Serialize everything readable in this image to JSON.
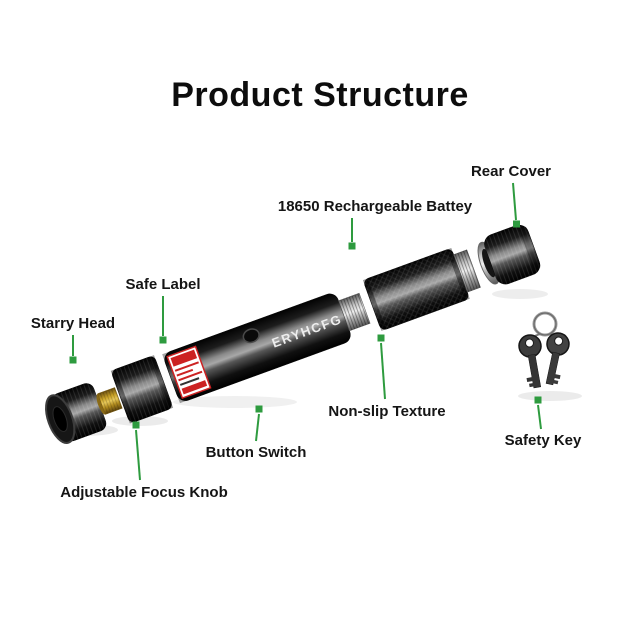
{
  "title": "Product Structure",
  "brand_text": "ERYHCFG",
  "labels": {
    "rear_cover": "Rear Cover",
    "battery": "18650 Rechargeable Battey",
    "safe_label": "Safe Label",
    "starry_head": "Starry Head",
    "non_slip": "Non-slip Texture",
    "button_switch": "Button Switch",
    "safety_key": "Safety Key",
    "focus_knob": "Adjustable Focus Knob"
  },
  "colors": {
    "callout_green": "#2e9b3f",
    "warning_label_red": "#cc2222",
    "background": "#ffffff"
  }
}
